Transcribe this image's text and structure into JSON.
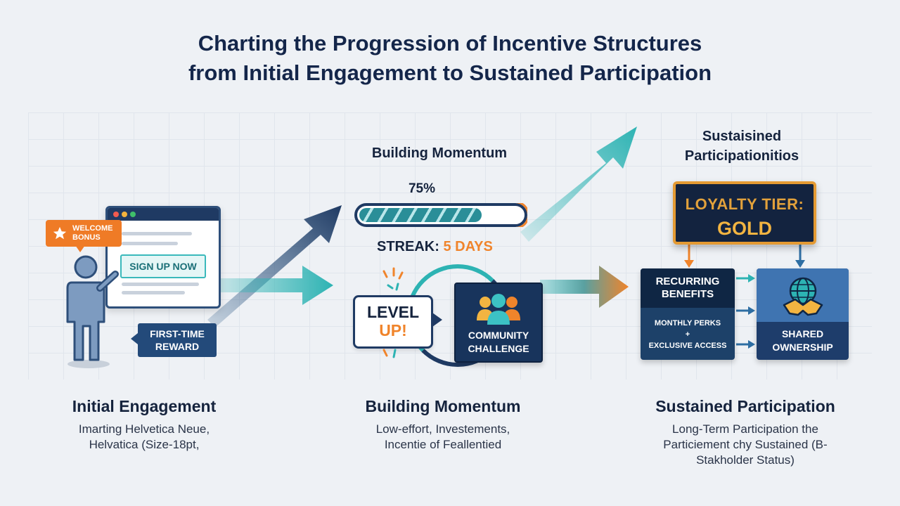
{
  "title": {
    "line1": "Charting the Progression of Incentive Structures",
    "line2": "from Initial Engagement to Sustained Participation"
  },
  "stage1": {
    "welcome_badge": "WELCOME BONUS",
    "signup_button": "SIGN UP NOW",
    "first_time_reward": [
      "FIRST-TIME",
      "REWARD"
    ],
    "caption_title": "Initial Engagement",
    "caption_lines": [
      "Imarting Helvetica Neue,",
      "Helvatica (Size-18pt,"
    ]
  },
  "stage2": {
    "heading": "Building Momentum",
    "progress_label": "75%",
    "progress_value": 0.75,
    "streak_label": "STREAK:",
    "streak_value": "5 DAYS",
    "level_up": [
      "LEVEL",
      "UP!"
    ],
    "community_challenge": [
      "COMMUNITY",
      "CHALLENGE"
    ],
    "caption_title": "Building Momentum",
    "caption_lines": [
      "Low-effort, Investements,",
      "Incentie of Feallentied"
    ]
  },
  "stage3": {
    "heading": [
      "Sustaisined",
      "Participationitios"
    ],
    "loyalty_tier": "LOYALTY TIER:",
    "loyalty_level": "GOLD",
    "recurring_benefits": [
      "RECURRING",
      "BENEFITS"
    ],
    "perks": [
      "MONTHLY PERKS",
      "+",
      "EXCLUSIVE ACCESS"
    ],
    "shared_ownership": [
      "SHARED",
      "OWNERSHIP"
    ],
    "caption_title": "Sustained Participation",
    "caption_lines": [
      "Long-Term Participation the",
      "Particiement chy Sustained (B-",
      "Stakholder Status)"
    ]
  },
  "colors": {
    "navy": "#1f3a63",
    "teal": "#2db3b3",
    "orange": "#f0842b",
    "gold": "#e49a33"
  }
}
